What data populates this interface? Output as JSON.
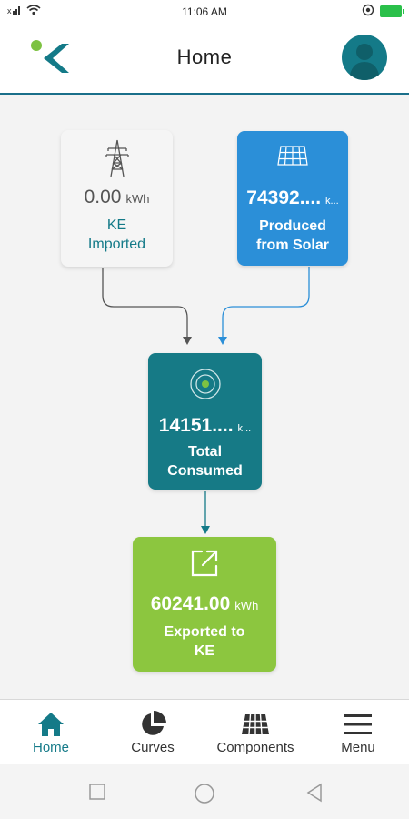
{
  "status_bar": {
    "time": "11:06 AM"
  },
  "header": {
    "title": "Home"
  },
  "flow": {
    "imported": {
      "value": "0.00",
      "unit": "kWh",
      "label": "KE Imported"
    },
    "solar": {
      "value": "74392....",
      "unit": "k...",
      "label": "Produced from Solar"
    },
    "consumed": {
      "value": "14151....",
      "unit": "k...",
      "label": "Total Consumed"
    },
    "exported": {
      "value": "60241.00",
      "unit": "kWh",
      "label": "Exported to KE"
    }
  },
  "nav": {
    "home": "Home",
    "curves": "Curves",
    "components": "Components",
    "menu": "Menu"
  },
  "colors": {
    "brand_teal": "#147a88",
    "solar_blue": "#2b8fd8",
    "export_green": "#8cc63f",
    "logo_green": "#7dc242"
  },
  "icons": {
    "imported": "transmission-tower-icon",
    "solar": "solar-panel-icon",
    "consumed": "radar-target-icon",
    "exported": "external-link-icon"
  }
}
